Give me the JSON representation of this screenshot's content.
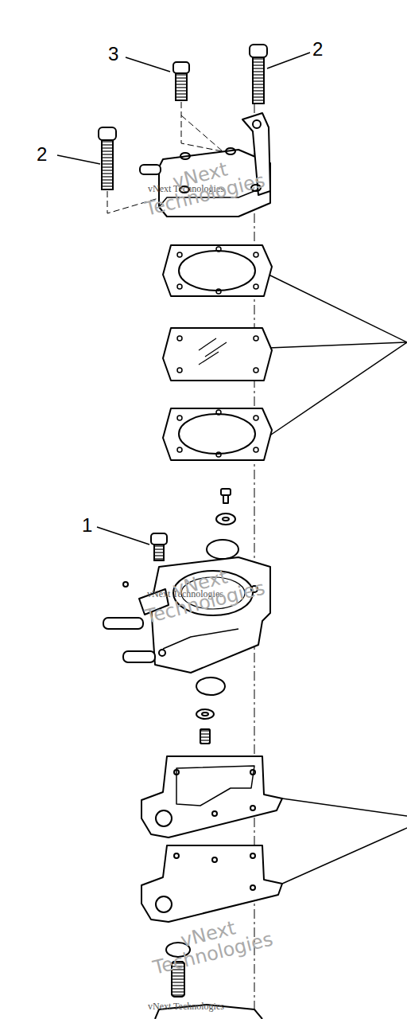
{
  "diagram": {
    "labels": [
      "3",
      "2",
      "2",
      "1",
      "vNext Technologies",
      "vNext Technologies",
      "vNext Technologies",
      "vNext Technologies",
      "vNext Technologies",
      "vNext Technologies"
    ]
  }
}
